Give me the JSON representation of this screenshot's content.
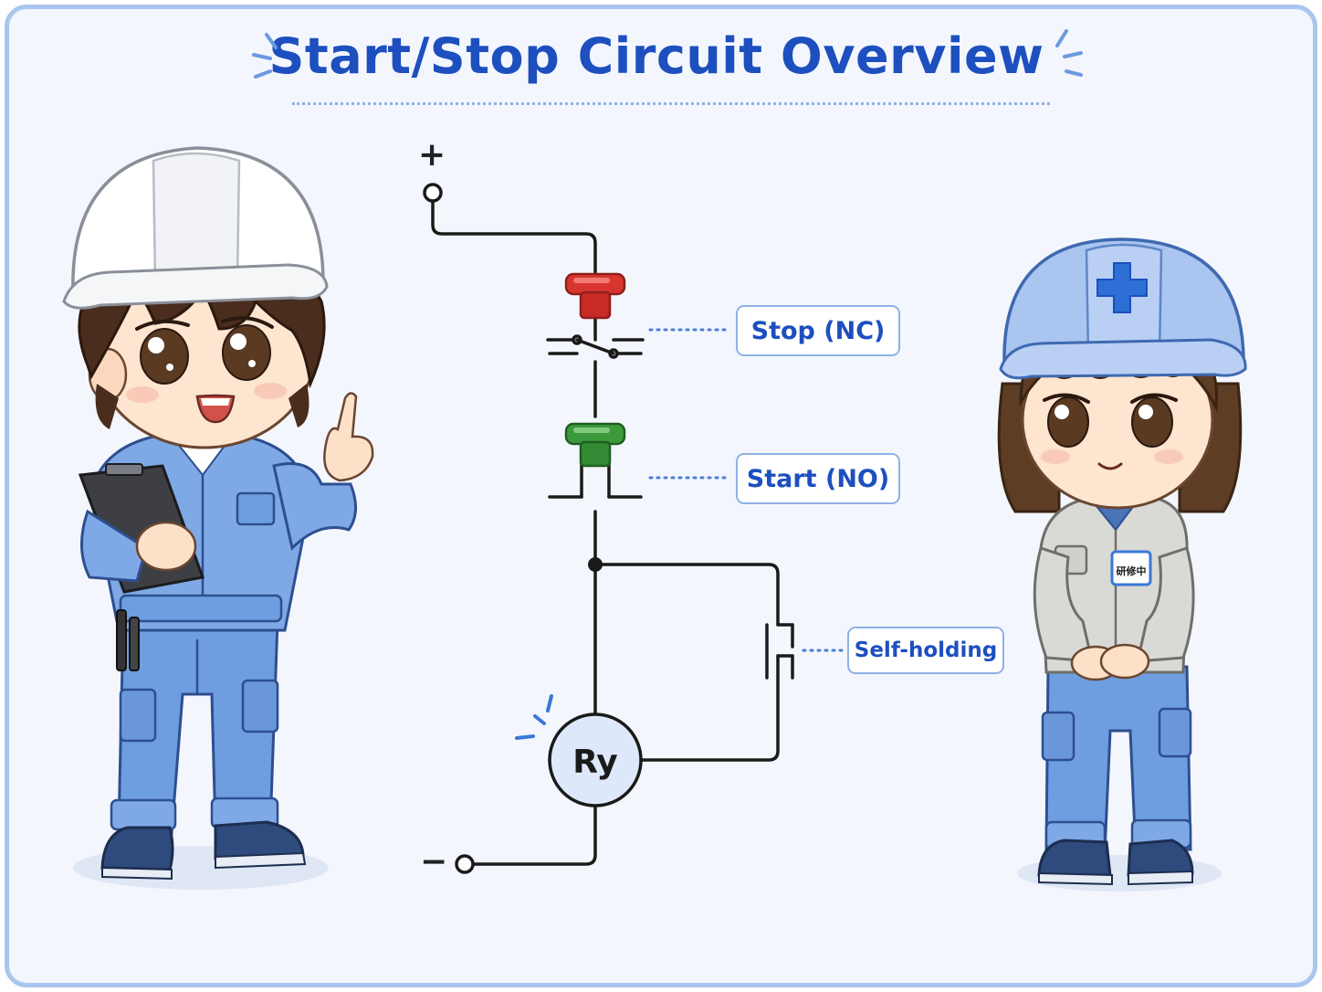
{
  "title": "Start/Stop Circuit Overview",
  "circuit": {
    "positive_terminal": "+",
    "negative_terminal": "−",
    "stop_label": "Stop (NC)",
    "start_label": "Start (NO)",
    "self_holding_label": "Self-holding",
    "relay_label": "Ry"
  },
  "characters": {
    "trainee_badge": "研修中"
  },
  "colors": {
    "stop_button": "#d9352f",
    "start_button": "#3c9a3c",
    "accent": "#1d4fbf",
    "relay_fill": "#dde9fb"
  }
}
